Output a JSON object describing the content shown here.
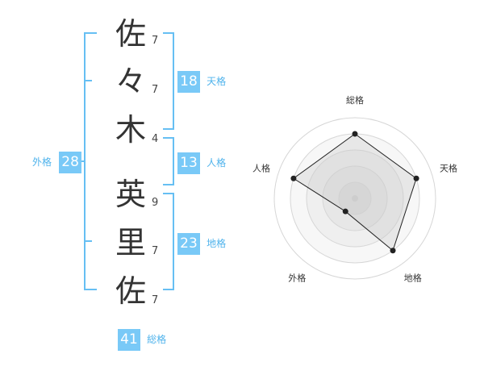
{
  "name": {
    "chars": [
      {
        "char": "佐",
        "strokes": "7"
      },
      {
        "char": "々",
        "strokes": "7"
      },
      {
        "char": "木",
        "strokes": "4"
      },
      {
        "char": "英",
        "strokes": "9"
      },
      {
        "char": "里",
        "strokes": "7"
      },
      {
        "char": "佐",
        "strokes": "7"
      }
    ]
  },
  "fortune": {
    "tenkaku": {
      "value": "18",
      "label": "天格"
    },
    "jinkaku": {
      "value": "13",
      "label": "人格"
    },
    "chikaku": {
      "value": "23",
      "label": "地格"
    },
    "gaikaku": {
      "value": "28",
      "label": "外格"
    },
    "soukaku": {
      "value": "41",
      "label": "総格"
    }
  },
  "colors": {
    "accent": "#79c9f7",
    "bracket": "#66bff3"
  },
  "chart_data": {
    "type": "radar",
    "axes": [
      "総格",
      "天格",
      "地格",
      "外格",
      "人格"
    ],
    "values": [
      4,
      4,
      4,
      1,
      4
    ],
    "max": 5,
    "grid": true
  }
}
